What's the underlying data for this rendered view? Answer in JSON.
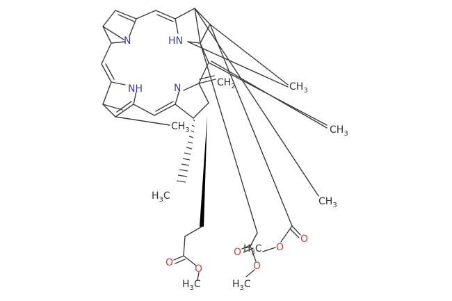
{
  "colors": {
    "bond": "#3a3a3a",
    "nitrogen": "#3b3b8f",
    "oxygen": "#d23c3c",
    "carbon_label": "#333333",
    "background": "#ffffff"
  },
  "labels": {
    "n_top": "N",
    "hn_top": "HN",
    "nh_mid": "NH",
    "n_mid": "N",
    "ch2_mid": "CH",
    "ch2_mid_sub": "2",
    "ch3_inner": "CH",
    "ch3_inner_sub": "3",
    "ch3_r1": "CH",
    "ch3_r1_sub": "3",
    "ch3_r2": "CH",
    "ch3_r2_sub": "3",
    "ch3_r3": "CH",
    "ch3_r3_sub": "3",
    "h3c_left": "H",
    "h3c_left_sub": "3",
    "h3c_left_tail": "C",
    "o_ester1_carbonyl": "O",
    "o_ester1_ether": "O",
    "h3c_ester1": "H",
    "h3c_ester1_sub": "3",
    "h3c_ester1_tail": "C",
    "o_ester2_carbonyl": "O",
    "o_ester2_ether": "O",
    "h3c_ester2": "H",
    "h3c_ester2_sub": "3",
    "h3c_ester2_tail": "C",
    "o_ester3_ether": "O",
    "o_ester3_carbonyl": "O",
    "h3c_ester3": "H",
    "h3c_ester3_sub": "3",
    "h3c_ester3_tail": "C"
  }
}
